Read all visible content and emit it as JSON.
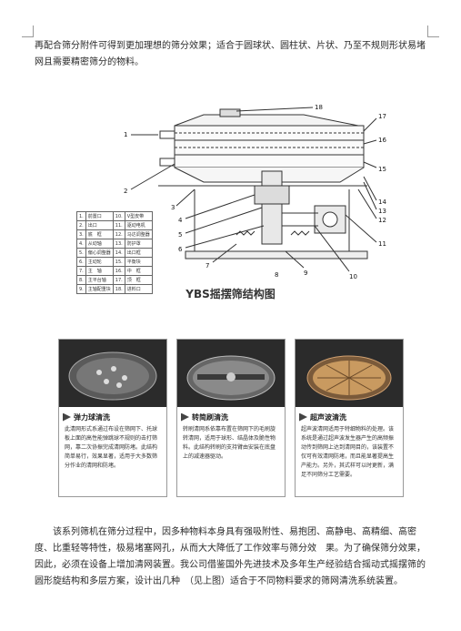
{
  "top_paragraph": "再配合筛分附件可得到更加理想的筛分效果；适合于圆球状、圆柱状、片状、乃至不规则形状易堵网且需要精密筛分的物料。",
  "diagram": {
    "title": "YBS摇摆筛结构图",
    "callouts": [
      "1",
      "2",
      "3",
      "4",
      "5",
      "6",
      "7",
      "8",
      "9",
      "10",
      "11",
      "12",
      "13",
      "14",
      "15",
      "16",
      "17",
      "18"
    ],
    "parts_table": [
      [
        "1.",
        "前置口",
        "10.",
        "V型皮带"
      ],
      [
        "2.",
        "出口",
        "11.",
        "驱动电机"
      ],
      [
        "3.",
        "底　框",
        "12.",
        "马达调整器"
      ],
      [
        "4.",
        "从动轴",
        "13.",
        "防护罩"
      ],
      [
        "5.",
        "偏心调整器",
        "14.",
        "出口框"
      ],
      [
        "6.",
        "主动轮",
        "15.",
        "平衡块"
      ],
      [
        "7.",
        "主　轴",
        "16.",
        "中　框"
      ],
      [
        "8.",
        "主平台轴",
        "17.",
        "顶　框"
      ],
      [
        "9.",
        "主轴配重块",
        "18.",
        "进料口"
      ]
    ]
  },
  "cards": [
    {
      "title": "弹力球清洗",
      "body": "此清网形式系通过布设在筛网下、托球板上面的高性能弹跳球不规则的击打筛网，靠二次协振完成清网防堵。此结构简单易行，效果显著，适用于大多数筛分作业的清网和防堵。"
    },
    {
      "title": "转简刷清洗",
      "body": "转刷清网系依靠布置在筛网下的毛刷旋转清网，适用于球形、结晶体及脆性物料。此结构转刷的支持臂由安装在底盘上的减速器驱动。"
    },
    {
      "title": "超声波清洗",
      "body": "超声波清网适用于特细物料的处理。该系统是通过超声波发生器产生的高频振动传到筛网上达到清网目的，该装置不仅可有效清网防堵，而且能显著提高生产能力。另外，其式样可以时更新，满足不同筛分工艺需要。"
    }
  ],
  "bottom_paragraph": "该系列筛机在筛分过程中，因多种物料本身具有强吸附性、易抱团、高静电、高精细、高密度、比重轻等特性，极易堵塞网孔，从而大大降低了工作效率与筛分效　果。为了确保筛分效果，因此，必须在设备上增加清网装置。我公司借鉴国外先进技术及多年生产经验结合摇动式摇摆筛的圆形旋结构和多层方案，设计出几种　（见上图）适合于不同物料要求的筛网清洗系统装置。",
  "colors": {
    "photo_bg": "#2b2b2b",
    "line": "#333333"
  }
}
